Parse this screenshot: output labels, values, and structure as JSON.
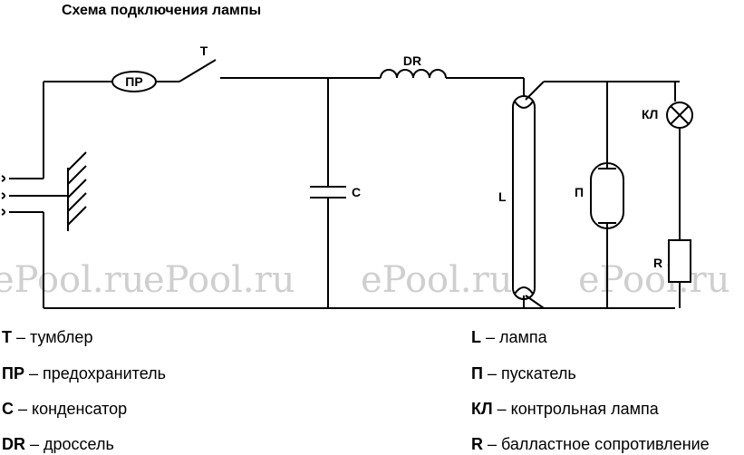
{
  "title": "Схема подключения лампы",
  "labels": {
    "fuse": "ПР",
    "switch": "Т",
    "choke": "DR",
    "capacitor": "С",
    "lamp": "L",
    "starter": "П",
    "control_lamp": "КЛ",
    "resistor": "R"
  },
  "watermark": "ePool.ru",
  "legend": {
    "t": {
      "key": "Т",
      "text": " – тумблер"
    },
    "pr": {
      "key": "ПР",
      "text": " – предохранитель"
    },
    "c": {
      "key": "С",
      "text": " – конденсатор"
    },
    "dr": {
      "key": "DR",
      "text": " – дроссель"
    },
    "l": {
      "key": "L",
      "text": " – лампа"
    },
    "p": {
      "key": "П",
      "text": " – пускатель"
    },
    "kl": {
      "key": "КЛ",
      "text": " – контрольная лампа"
    },
    "r": {
      "key": "R",
      "text": " – балластное сопротивление"
    }
  }
}
